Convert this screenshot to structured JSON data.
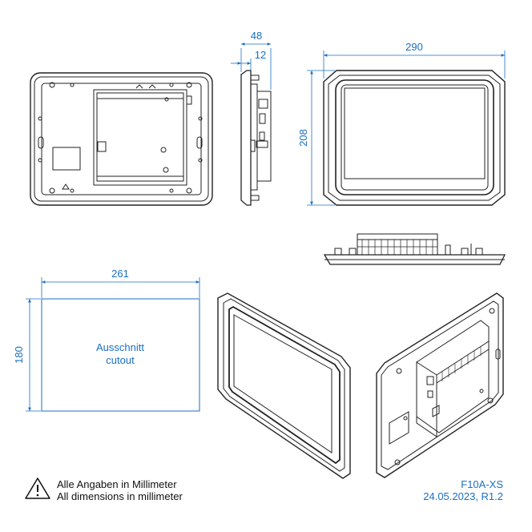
{
  "dimensions": {
    "depth_total": "48",
    "depth_front": "12",
    "width": "290",
    "height": "208",
    "cutout_width": "261",
    "cutout_height": "180"
  },
  "cutout": {
    "label_de": "Ausschnitt",
    "label_en": "cutout"
  },
  "note": {
    "line_de": "Alle Angaben in Millimeter",
    "line_en": "All dimensions in millimeter"
  },
  "meta": {
    "model": "F10A-XS",
    "revision": "24.05.2023, R1.2"
  },
  "colors": {
    "dimension": "#1a6fc4",
    "line": "#222222",
    "screen": "#ffffff"
  },
  "icons": {
    "warning": "warning-triangle-icon"
  }
}
